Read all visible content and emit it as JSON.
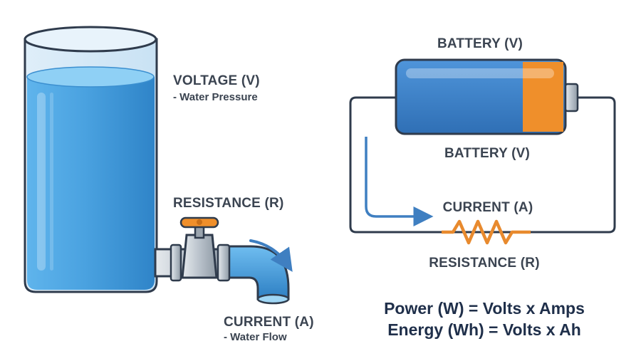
{
  "water_analogy": {
    "voltage_label": "VOLTAGE (V)",
    "voltage_desc": "- Water Pressure",
    "resistance_label": "RESISTANCE (R)",
    "current_label": "CURRENT (A)",
    "current_desc": "- Water Flow"
  },
  "circuit": {
    "battery_top_label": "BATTERY (V)",
    "battery_bottom_label": "BATTERY (V)",
    "current_label": "CURRENT (A)",
    "resistance_label": "RESISTANCE (R)"
  },
  "formulas": {
    "power": "Power (W) = Volts x Amps",
    "energy": "Energy (Wh) = Volts x Ah"
  },
  "colors": {
    "water": "#4a9fde",
    "outline": "#2f3b4c",
    "battery_body": "#3f86cf",
    "battery_charge": "#ef8f2b",
    "resistor": "#e88a2e",
    "arrow": "#3f7fc1"
  }
}
